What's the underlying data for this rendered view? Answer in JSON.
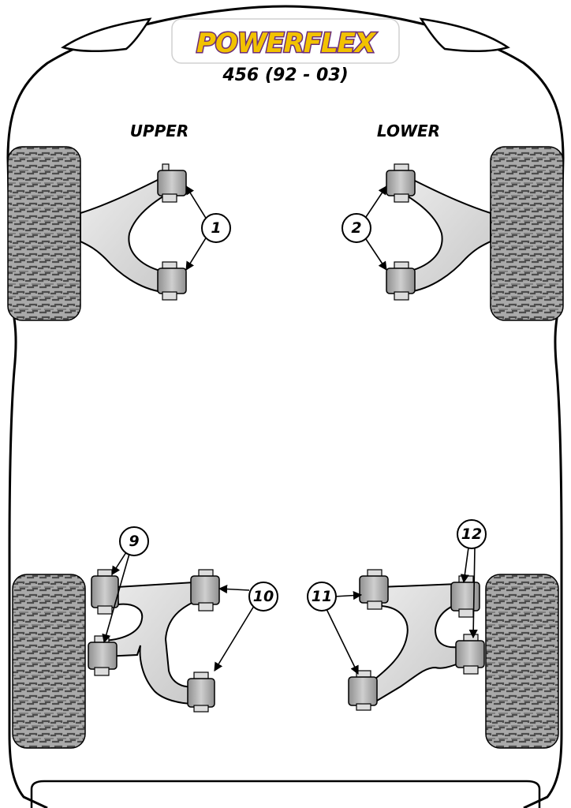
{
  "brand": {
    "name": "POWERFLEX",
    "colors": {
      "fill": "#f2c200",
      "outline": "#6a2d7a",
      "badge": "#ffffff"
    }
  },
  "subtitle": "456 (92 - 03)",
  "labels": {
    "upper": "UPPER",
    "lower": "LOWER"
  },
  "callouts": [
    {
      "id": "1",
      "text": "1"
    },
    {
      "id": "2",
      "text": "2"
    },
    {
      "id": "9",
      "text": "9"
    },
    {
      "id": "10",
      "text": "10"
    },
    {
      "id": "11",
      "text": "11"
    },
    {
      "id": "12",
      "text": "12"
    }
  ],
  "colors": {
    "body_outline": "#000000",
    "arm_fill": "#d9d9d9",
    "bush_fill": "#b3b3b3",
    "bolt_fill": "#dedede",
    "tyre_fill": "#a6a6a6",
    "tread": "#4d4d4d"
  }
}
